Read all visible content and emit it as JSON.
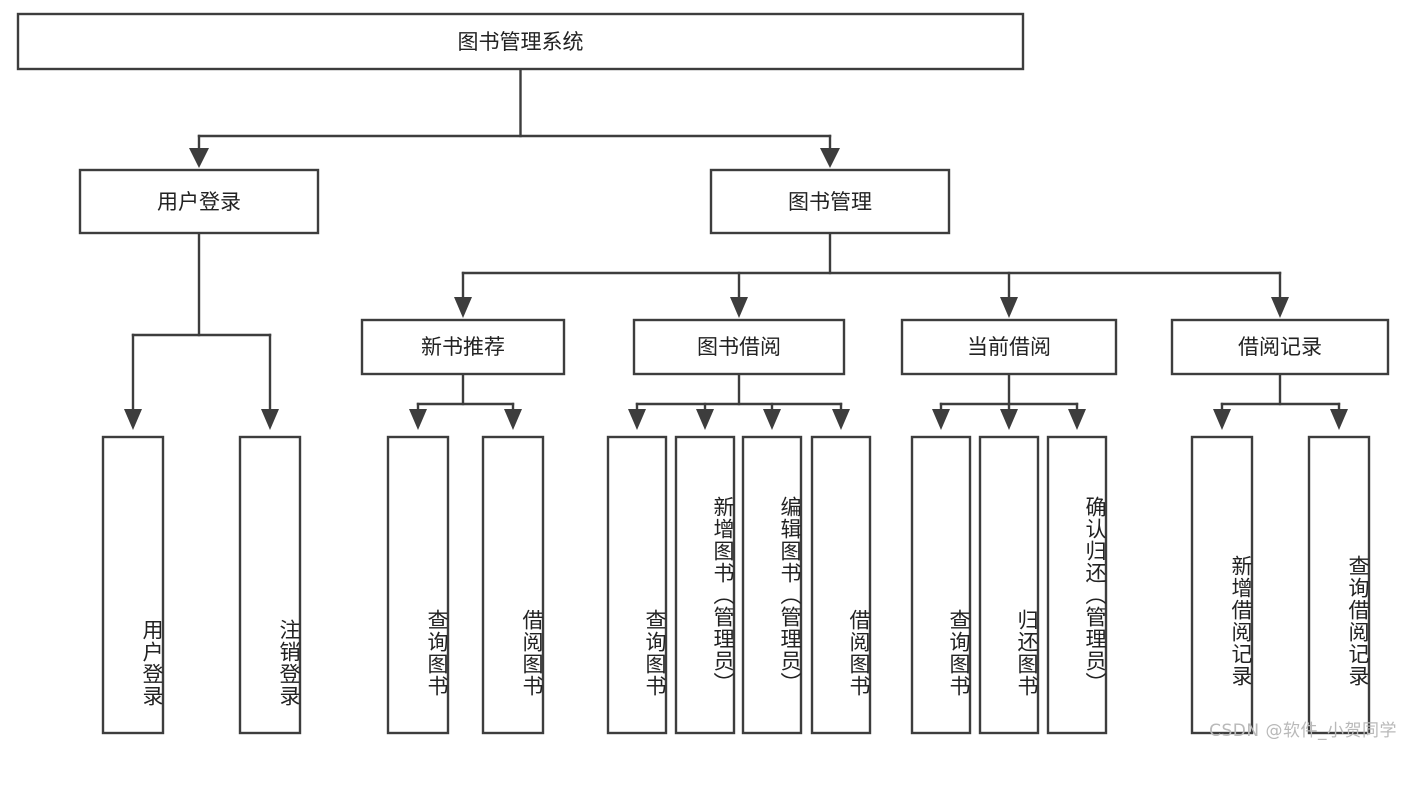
{
  "diagram": {
    "type": "tree-hierarchy",
    "title": "图书管理系统",
    "orientation": "top-down",
    "colors": {
      "stroke": "#3d3d3d",
      "fill": "#ffffff",
      "text": "#222222",
      "watermark": "#b9b9b9",
      "background": "#ffffff"
    },
    "levels": {
      "root_label": "图书管理系统",
      "level2": [
        {
          "id": "user-login",
          "label": "用户登录"
        },
        {
          "id": "book-management",
          "label": "图书管理"
        }
      ],
      "level3": [
        {
          "id": "new-book-recommend",
          "label": "新书推荐",
          "parent": "book-management"
        },
        {
          "id": "book-borrow",
          "label": "图书借阅",
          "parent": "book-management"
        },
        {
          "id": "current-borrow",
          "label": "当前借阅",
          "parent": "book-management"
        },
        {
          "id": "borrow-record",
          "label": "借阅记录",
          "parent": "book-management"
        }
      ],
      "leaves": [
        {
          "id": "leaf-user-login",
          "label": "用户登录",
          "parent": "user-login"
        },
        {
          "id": "leaf-logout-login",
          "label": "注销登录",
          "parent": "user-login"
        },
        {
          "id": "leaf-query-book-1",
          "label": "查询图书",
          "parent": "new-book-recommend"
        },
        {
          "id": "leaf-borrow-book-1",
          "label": "借阅图书",
          "parent": "new-book-recommend"
        },
        {
          "id": "leaf-query-book-2",
          "label": "查询图书",
          "parent": "book-borrow"
        },
        {
          "id": "leaf-add-book",
          "label": "新增图书（管理员）",
          "parent": "book-borrow"
        },
        {
          "id": "leaf-edit-book",
          "label": "编辑图书（管理员）",
          "parent": "book-borrow"
        },
        {
          "id": "leaf-borrow-book-2",
          "label": "借阅图书",
          "parent": "book-borrow"
        },
        {
          "id": "leaf-query-book-3",
          "label": "查询图书",
          "parent": "current-borrow"
        },
        {
          "id": "leaf-return-book",
          "label": "归还图书",
          "parent": "current-borrow"
        },
        {
          "id": "leaf-confirm-return",
          "label": "确认归还（管理员）",
          "parent": "current-borrow"
        },
        {
          "id": "leaf-add-borrow-record",
          "label": "新增借阅记录",
          "parent": "borrow-record"
        },
        {
          "id": "leaf-query-borrow-record",
          "label": "查询借阅记录",
          "parent": "borrow-record"
        }
      ]
    },
    "watermark": "CSDN @软件_小贺同学"
  }
}
